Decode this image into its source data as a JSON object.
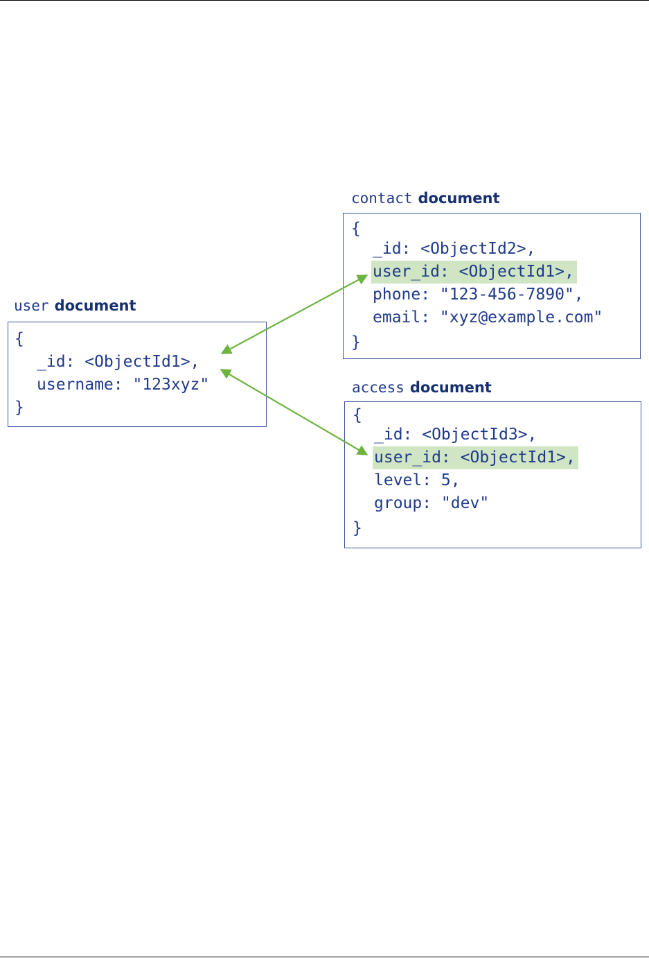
{
  "documents": {
    "user": {
      "label_name": "user",
      "label_word": "document",
      "lines": {
        "open": "{",
        "id": "_id: <ObjectId1>,",
        "username": "username: \"123xyz\"",
        "close": "}"
      }
    },
    "contact": {
      "label_name": "contact",
      "label_word": "document",
      "lines": {
        "open": "{",
        "id": "_id: <ObjectId2>,",
        "user_id": "user_id: <ObjectId1>,",
        "phone": "phone: \"123-456-7890\",",
        "email": "email: \"xyz@example.com\"",
        "close": "}"
      }
    },
    "access": {
      "label_name": "access",
      "label_word": "document",
      "lines": {
        "open": "{",
        "id": "_id: <ObjectId3>,",
        "user_id": "user_id: <ObjectId1>,",
        "level": "level: 5,",
        "group": "group: \"dev\"",
        "close": "}"
      }
    }
  },
  "colors": {
    "text": "#1f3a8a",
    "box_border": "#3b5596",
    "highlight": "#cfe5c3",
    "arrow": "#6db33f"
  }
}
